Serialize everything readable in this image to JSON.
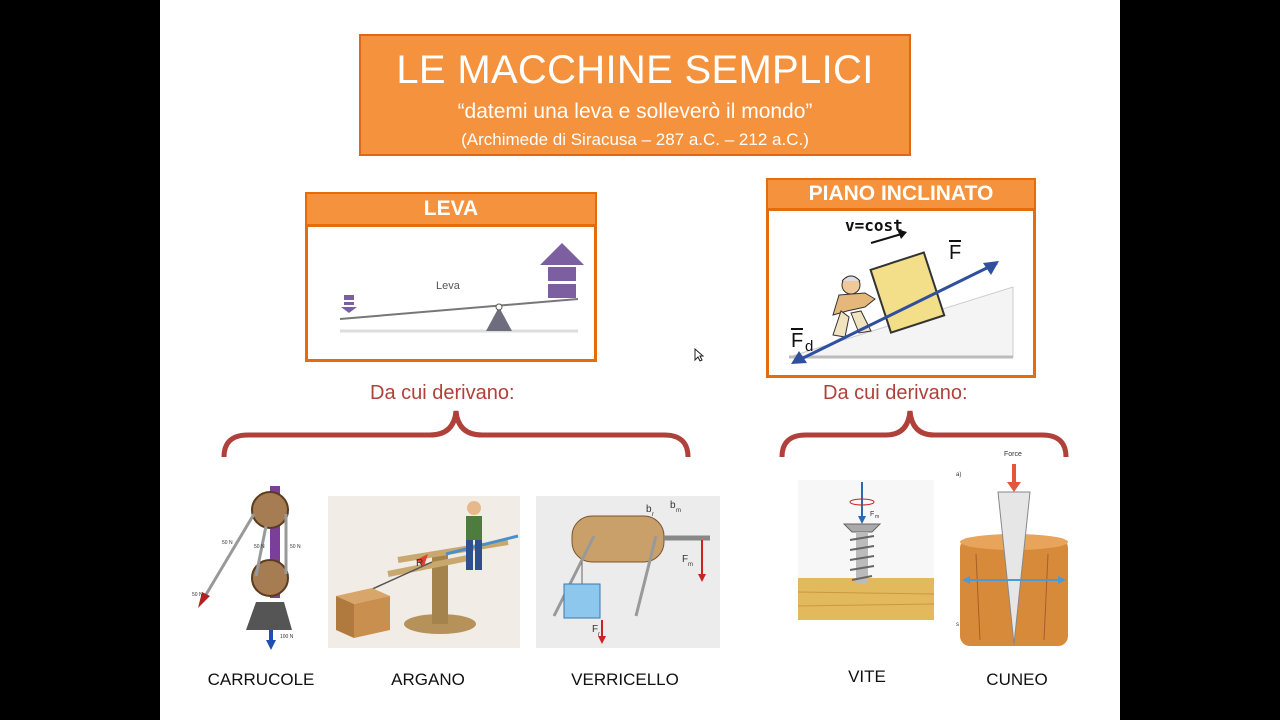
{
  "slide": {
    "title": "LE MACCHINE SEMPLICI",
    "quote": "“datemi una leva e solleverò il mondo”",
    "attribution": "(Archimede di Siracusa – 287 a.C. – 212 a.C.)"
  },
  "leva": {
    "header": "LEVA",
    "diagram_label": "Leva",
    "derive_label": "Da cui derivano:"
  },
  "piano": {
    "header": "PIANO INCLINATO",
    "velocity_label": "v=cost",
    "force_label": "F",
    "friction_label": "F",
    "friction_sub": "d",
    "derive_label": "Da cui derivano:"
  },
  "machines": [
    {
      "name": "CARRUCOLE",
      "labels": [
        "50 N",
        "50 N",
        "50 N",
        "50 N",
        "100 N"
      ]
    },
    {
      "name": "ARGANO",
      "labels": [
        "R"
      ]
    },
    {
      "name": "VERRICELLO",
      "labels": [
        "b",
        "r",
        "b",
        "m",
        "F",
        "m",
        "F",
        "r"
      ]
    },
    {
      "name": "VITE",
      "labels": [
        "F",
        "m"
      ]
    },
    {
      "name": "CUNEO",
      "labels": [
        "Force",
        "a)",
        "s"
      ]
    }
  ],
  "colors": {
    "accent_orange": "#F5923E",
    "border_orange": "#E46C0A",
    "brace_red": "#B0403A",
    "lever_purple": "#7B5FA0"
  }
}
